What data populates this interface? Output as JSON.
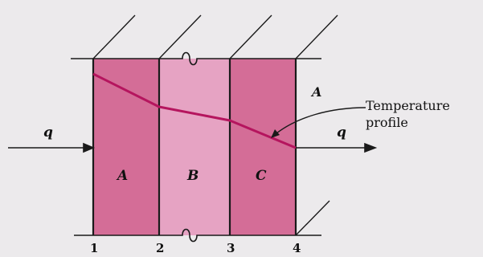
{
  "diagram": {
    "layers": [
      {
        "name": "A",
        "color": "#d46d97"
      },
      {
        "name": "B",
        "color": "#e6a3c3"
      },
      {
        "name": "C",
        "color": "#d46d97"
      }
    ],
    "interfaces": [
      "1",
      "2",
      "3",
      "4"
    ],
    "heat_flow_in": "q",
    "heat_flow_out": "q",
    "surface_label": "A",
    "annotation": "Temperature\nprofile",
    "annotation_line1": "Temperature",
    "annotation_line2": "profile",
    "profile_color": "#b5155e",
    "line_color": "#1a1a1a"
  }
}
